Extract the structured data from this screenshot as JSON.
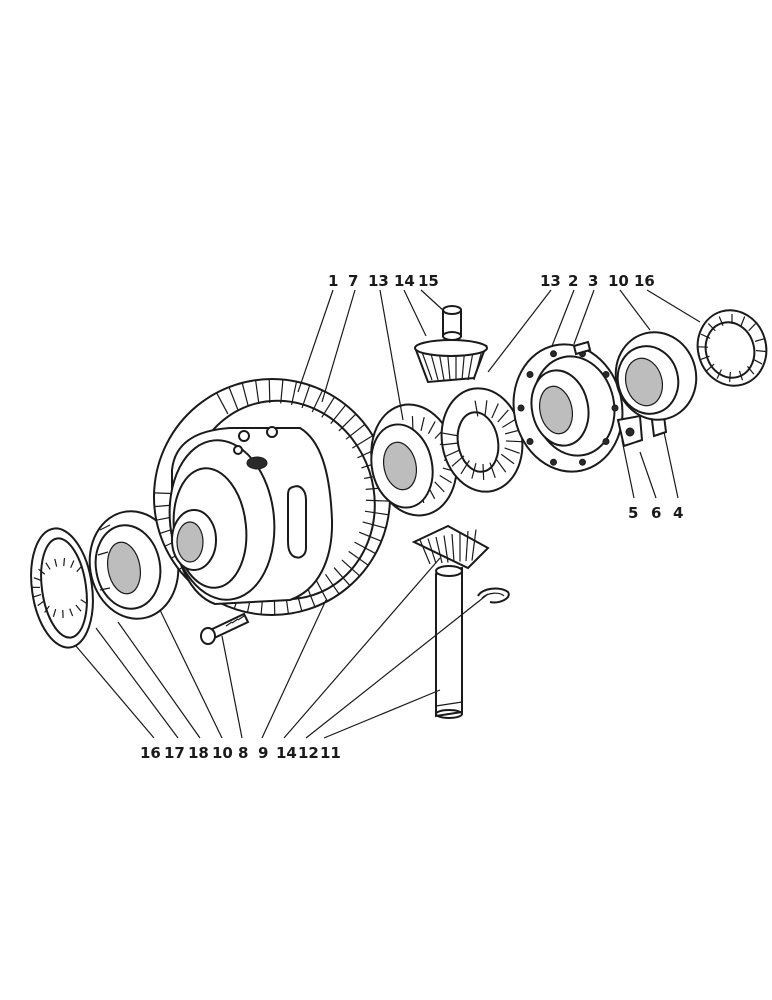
{
  "diagram": {
    "top_labels": [
      {
        "id": "t1",
        "text": "1"
      },
      {
        "id": "t7",
        "text": "7"
      },
      {
        "id": "t13a",
        "text": "13"
      },
      {
        "id": "t14",
        "text": "14"
      },
      {
        "id": "t15",
        "text": "15"
      },
      {
        "id": "t13b",
        "text": "13"
      },
      {
        "id": "t2",
        "text": "2"
      },
      {
        "id": "t3",
        "text": "3"
      },
      {
        "id": "t10",
        "text": "10"
      },
      {
        "id": "t16",
        "text": "16"
      }
    ],
    "right_labels": [
      {
        "id": "r5",
        "text": "5"
      },
      {
        "id": "r6",
        "text": "6"
      },
      {
        "id": "r4",
        "text": "4"
      }
    ],
    "bottom_labels": [
      {
        "id": "b16",
        "text": "16"
      },
      {
        "id": "b17",
        "text": "17"
      },
      {
        "id": "b18",
        "text": "18"
      },
      {
        "id": "b10",
        "text": "10"
      },
      {
        "id": "b8",
        "text": "8"
      },
      {
        "id": "b9",
        "text": "9"
      },
      {
        "id": "b14",
        "text": "14"
      },
      {
        "id": "b12",
        "text": "12"
      },
      {
        "id": "b11",
        "text": "11"
      }
    ]
  }
}
